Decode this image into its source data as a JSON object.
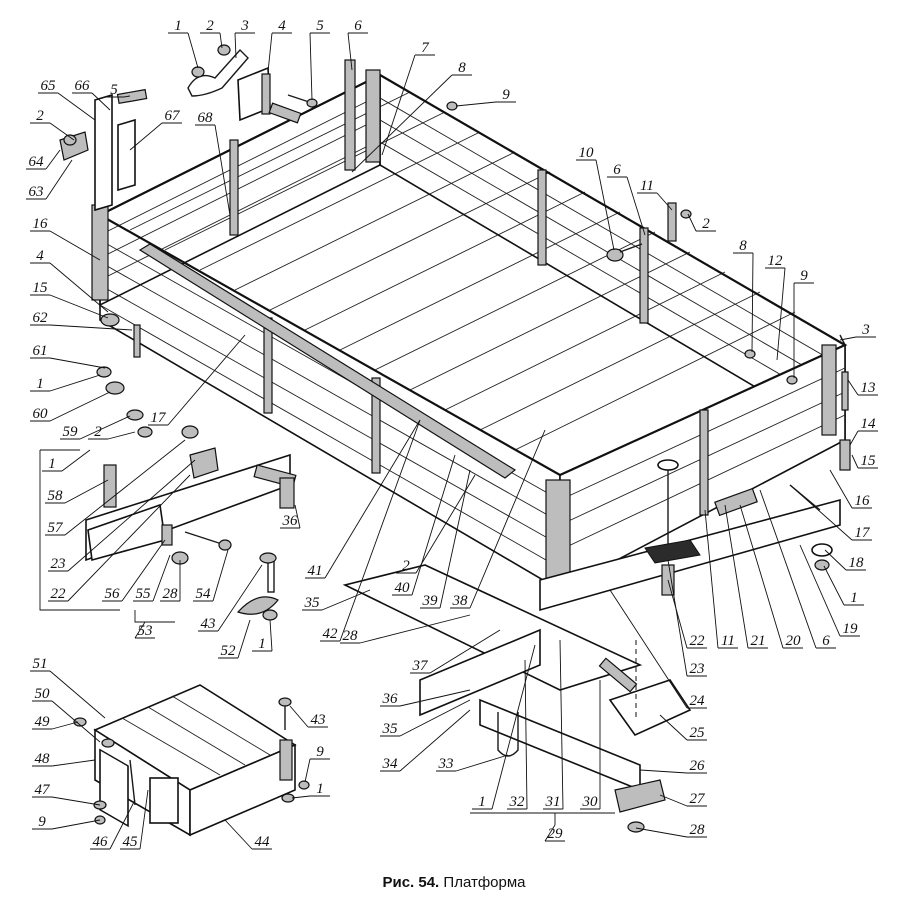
{
  "caption": {
    "prefix": "Рис. 54.",
    "title": "Платформа"
  },
  "labels": [
    {
      "id": "L1a",
      "text": "1"
    },
    {
      "id": "L2a",
      "text": "2"
    },
    {
      "id": "L3a",
      "text": "3"
    },
    {
      "id": "L4a",
      "text": "4"
    },
    {
      "id": "L5a",
      "text": "5"
    },
    {
      "id": "L6a",
      "text": "6"
    },
    {
      "id": "L7",
      "text": "7"
    },
    {
      "id": "L8a",
      "text": "8"
    },
    {
      "id": "L9a",
      "text": "9"
    },
    {
      "id": "L10",
      "text": "10"
    },
    {
      "id": "L6b",
      "text": "6"
    },
    {
      "id": "L11a",
      "text": "11"
    },
    {
      "id": "L2b",
      "text": "2"
    },
    {
      "id": "L8b",
      "text": "8"
    },
    {
      "id": "L12",
      "text": "12"
    },
    {
      "id": "L9b",
      "text": "9"
    },
    {
      "id": "L3b",
      "text": "3"
    },
    {
      "id": "L13",
      "text": "13"
    },
    {
      "id": "L14",
      "text": "14"
    },
    {
      "id": "L15b",
      "text": "15"
    },
    {
      "id": "L16b",
      "text": "16"
    },
    {
      "id": "L17b",
      "text": "17"
    },
    {
      "id": "L18",
      "text": "18"
    },
    {
      "id": "L1b",
      "text": "1"
    },
    {
      "id": "L19",
      "text": "19"
    },
    {
      "id": "L6c",
      "text": "6"
    },
    {
      "id": "L20",
      "text": "20"
    },
    {
      "id": "L21",
      "text": "21"
    },
    {
      "id": "L11b",
      "text": "11"
    },
    {
      "id": "L22b",
      "text": "22"
    },
    {
      "id": "L23b",
      "text": "23"
    },
    {
      "id": "L24",
      "text": "24"
    },
    {
      "id": "L25",
      "text": "25"
    },
    {
      "id": "L26",
      "text": "26"
    },
    {
      "id": "L27",
      "text": "27"
    },
    {
      "id": "L28c",
      "text": "28"
    },
    {
      "id": "L29",
      "text": "29"
    },
    {
      "id": "L30",
      "text": "30"
    },
    {
      "id": "L31",
      "text": "31"
    },
    {
      "id": "L32",
      "text": "32"
    },
    {
      "id": "L1c",
      "text": "1"
    },
    {
      "id": "L33",
      "text": "33"
    },
    {
      "id": "L34",
      "text": "34"
    },
    {
      "id": "L35b",
      "text": "35"
    },
    {
      "id": "L36b",
      "text": "36"
    },
    {
      "id": "L37",
      "text": "37"
    },
    {
      "id": "L28b",
      "text": "28"
    },
    {
      "id": "L38",
      "text": "38"
    },
    {
      "id": "L39",
      "text": "39"
    },
    {
      "id": "L40",
      "text": "40"
    },
    {
      "id": "L2c",
      "text": "2"
    },
    {
      "id": "L42",
      "text": "42"
    },
    {
      "id": "L35a",
      "text": "35"
    },
    {
      "id": "L41",
      "text": "41"
    },
    {
      "id": "L36a",
      "text": "36"
    },
    {
      "id": "L43a",
      "text": "43"
    },
    {
      "id": "L52",
      "text": "52"
    },
    {
      "id": "L1d",
      "text": "1"
    },
    {
      "id": "L53",
      "text": "53"
    },
    {
      "id": "L54",
      "text": "54"
    },
    {
      "id": "L28a",
      "text": "28"
    },
    {
      "id": "L55",
      "text": "55"
    },
    {
      "id": "L56",
      "text": "56"
    },
    {
      "id": "L22a",
      "text": "22"
    },
    {
      "id": "L23a",
      "text": "23"
    },
    {
      "id": "L57",
      "text": "57"
    },
    {
      "id": "L58",
      "text": "58"
    },
    {
      "id": "L1e",
      "text": "1"
    },
    {
      "id": "L2d",
      "text": "2"
    },
    {
      "id": "L59",
      "text": "59"
    },
    {
      "id": "L60",
      "text": "60"
    },
    {
      "id": "L1f",
      "text": "1"
    },
    {
      "id": "L17a",
      "text": "17"
    },
    {
      "id": "L61",
      "text": "61"
    },
    {
      "id": "L62",
      "text": "62"
    },
    {
      "id": "L15a",
      "text": "15"
    },
    {
      "id": "L4b",
      "text": "4"
    },
    {
      "id": "L16a",
      "text": "16"
    },
    {
      "id": "L63",
      "text": "63"
    },
    {
      "id": "L64",
      "text": "64"
    },
    {
      "id": "L2e",
      "text": "2"
    },
    {
      "id": "L65",
      "text": "65"
    },
    {
      "id": "L66",
      "text": "66"
    },
    {
      "id": "L5b",
      "text": "5"
    },
    {
      "id": "L67",
      "text": "67"
    },
    {
      "id": "L68",
      "text": "68"
    },
    {
      "id": "L51",
      "text": "51"
    },
    {
      "id": "L50",
      "text": "50"
    },
    {
      "id": "L49",
      "text": "49"
    },
    {
      "id": "L48",
      "text": "48"
    },
    {
      "id": "L47",
      "text": "47"
    },
    {
      "id": "L9c",
      "text": "9"
    },
    {
      "id": "L46",
      "text": "46"
    },
    {
      "id": "L45",
      "text": "45"
    },
    {
      "id": "L44",
      "text": "44"
    },
    {
      "id": "L43b",
      "text": "43"
    },
    {
      "id": "L9d",
      "text": "9"
    },
    {
      "id": "L1g",
      "text": "1"
    }
  ]
}
